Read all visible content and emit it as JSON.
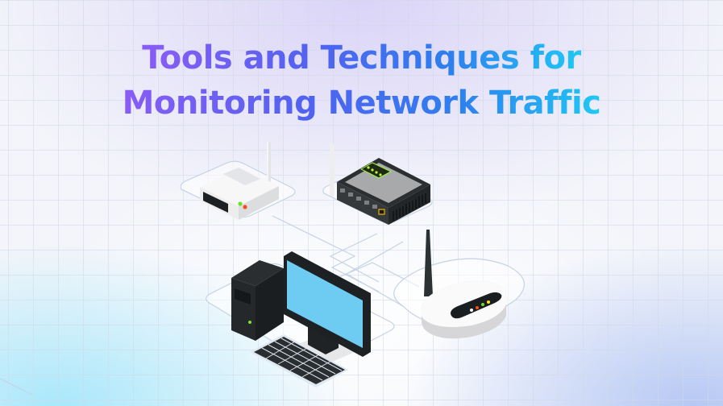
{
  "banner": {
    "title_line1": "Tools and Techniques for",
    "title_line2": "Monitoring Network Traffic",
    "title_gradient": [
      "#8a5cf6",
      "#4f63f0",
      "#2f7fee",
      "#1ec8f5"
    ],
    "background": "#f3f5fa",
    "corner_glows": {
      "top_center": "#d9d2f7",
      "bottom_left": "#a9e8fb",
      "bottom_right": "#b6c8f4"
    }
  },
  "illustration": {
    "devices": [
      {
        "name": "white-router",
        "icon": "router-icon",
        "leds": [
          "#6ee02a",
          "#ff4a1a"
        ]
      },
      {
        "name": "network-switch",
        "icon": "switch-icon",
        "leds": [
          "#b6f23a",
          "#b6f23a",
          "#b6f23a",
          "#b6f23a"
        ],
        "ports": 5,
        "uplink_port_color": "#f0b400"
      },
      {
        "name": "wifi-router",
        "icon": "wifi-router-icon",
        "leds": [
          "#ffffff",
          "#ff4a1a",
          "#6ee02a",
          "#ffe21a"
        ]
      },
      {
        "name": "desktop-computer",
        "icon": "desktop-computer-icon",
        "screen_color": "#6ecbf2"
      }
    ],
    "connection_line_color": "#c5d2e6"
  }
}
